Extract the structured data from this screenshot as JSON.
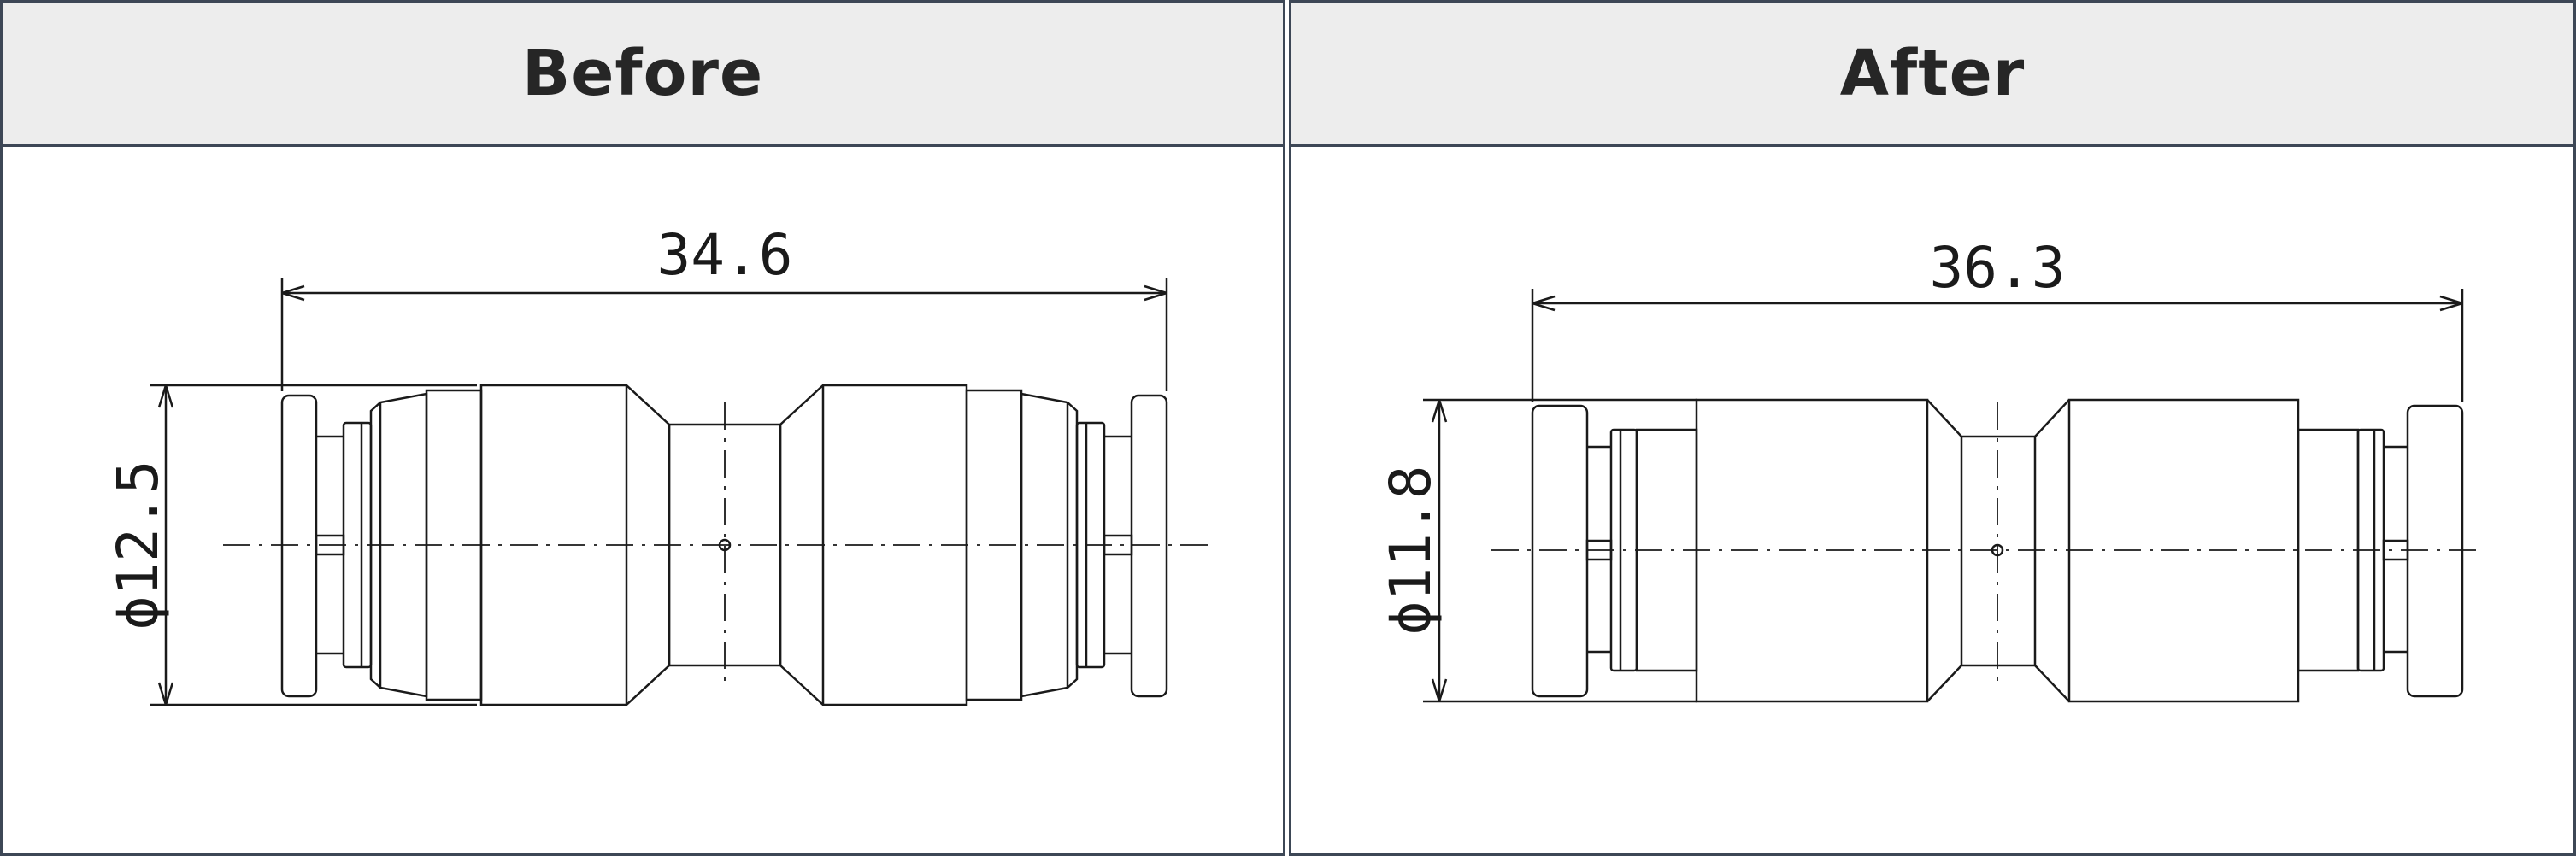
{
  "panels": [
    {
      "id": "before",
      "title": "Before",
      "length": "34.6",
      "diameter": "12.5",
      "diameter_prefix": "ϕ"
    },
    {
      "id": "after",
      "title": "After",
      "length": "36.3",
      "diameter": "11.8",
      "diameter_prefix": "ϕ"
    }
  ]
}
